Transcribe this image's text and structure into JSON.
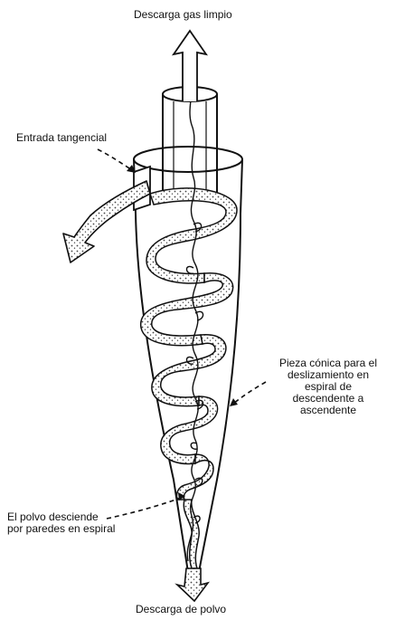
{
  "labels": {
    "top_outlet": "Descarga gas limpio",
    "tangential_inlet": "Entrada tangencial",
    "cone_piece": "Pieza cónica para el deslizamiento en espiral de descendente a ascendente",
    "cone_piece_lines": [
      "Pieza cónica para el",
      "deslizamiento en",
      "espiral de",
      "descendente a",
      "ascendente"
    ],
    "dust_descends_lines": [
      "El polvo desciende",
      "por paredes en espiral"
    ],
    "bottom_outlet": "Descarga de polvo"
  },
  "colors": {
    "line": "#111111",
    "background": "#ffffff",
    "stipple": "#444444"
  }
}
